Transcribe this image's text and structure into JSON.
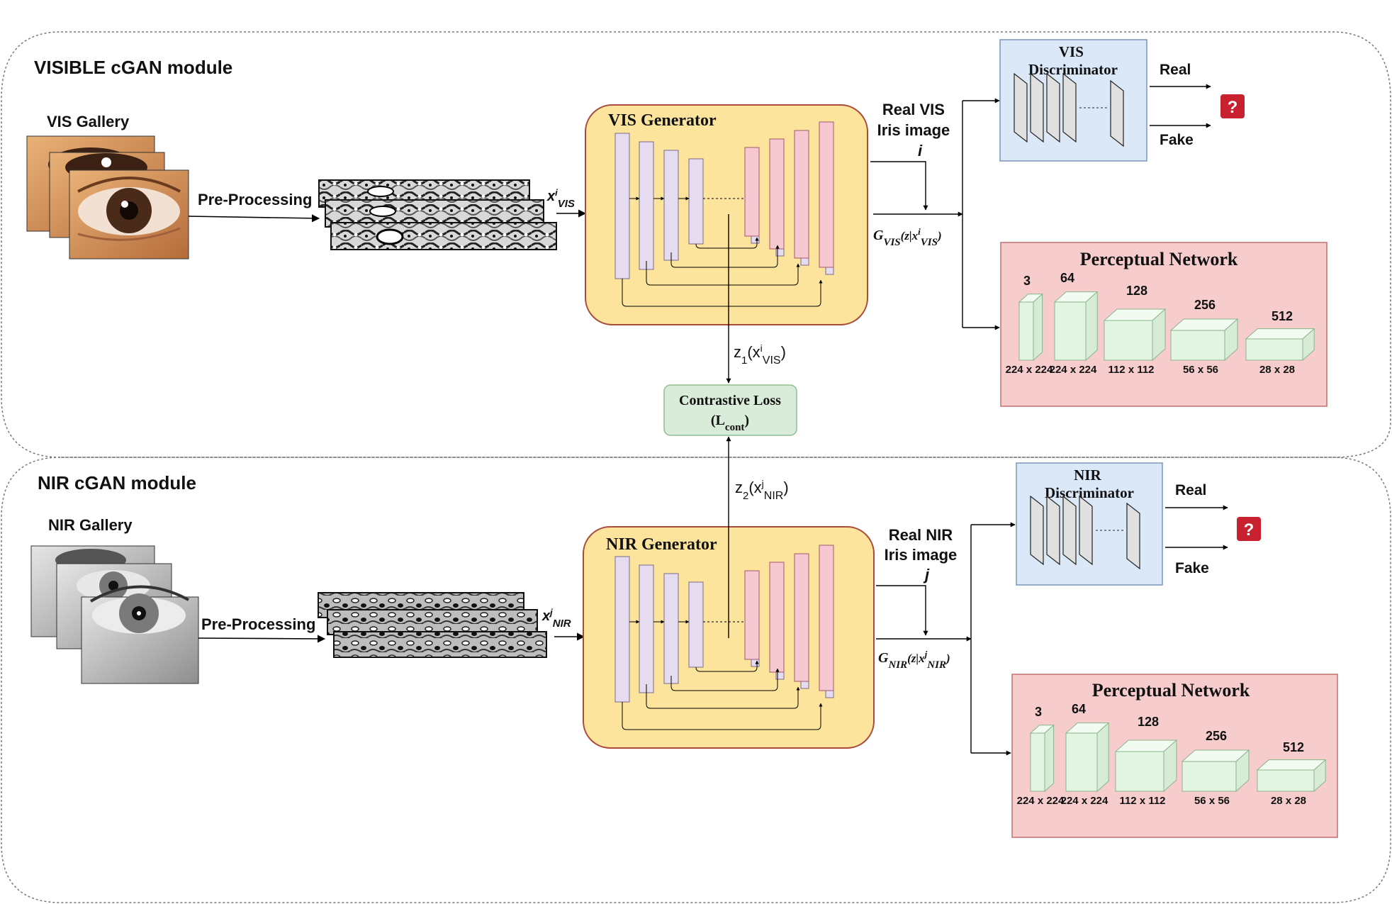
{
  "vis_module": {
    "title": "VISIBLE cGAN module",
    "gallery_label": "VIS Gallery",
    "preprocessing_label": "Pre-Processing",
    "input_label": {
      "base": "x",
      "sup": "i",
      "sub": "VIS"
    },
    "generator_label": "VIS Generator",
    "real_image_label": [
      "Real VIS",
      "Iris  image",
      "i"
    ],
    "generated_label": {
      "G": "G",
      "Gsub": "VIS",
      "open": "(z|x",
      "sup": "i",
      "sub": "VIS",
      "close": ")"
    },
    "latent_label": {
      "base": "z",
      "sub1": "1",
      "open": "(x",
      "sup": "i",
      "sub2": "VIS",
      "close": ")"
    },
    "discriminator_label": [
      "VIS",
      "Discriminator"
    ],
    "real_label": "Real",
    "fake_label": "Fake",
    "question_mark": "?",
    "perceptual": {
      "title": "Perceptual Network",
      "channels": [
        "3",
        "64",
        "128",
        "256",
        "512"
      ],
      "sizes": [
        "224 x 224",
        "224 x 224",
        "112 x 112",
        "56 x 56",
        "28 x 28"
      ]
    }
  },
  "contrastive_loss": {
    "line1": "Contrastive Loss",
    "line2_base": "(L",
    "line2_sub": "cont",
    "line2_close": ")"
  },
  "nir_module": {
    "title": "NIR cGAN module",
    "gallery_label": "NIR Gallery",
    "preprocessing_label": "Pre-Processing",
    "input_label": {
      "base": "x",
      "sup": "j",
      "sub": "NIR"
    },
    "generator_label": "NIR Generator",
    "real_image_label": [
      "Real NIR",
      "Iris image",
      "j"
    ],
    "generated_label": {
      "G": "G",
      "Gsub": "NIR",
      "open": "(z|x",
      "sup": "j",
      "sub": "NIR",
      "close": ")"
    },
    "latent_label": {
      "base": "z",
      "sub1": "2",
      "open": "(x",
      "sup": "j",
      "sub2": "NIR",
      "close": ")"
    },
    "discriminator_label": [
      "NIR",
      "Discriminator"
    ],
    "real_label": "Real",
    "fake_label": "Fake",
    "question_mark": "?",
    "perceptual": {
      "title": "Perceptual Network",
      "channels": [
        "3",
        "64",
        "128",
        "256",
        "512"
      ],
      "sizes": [
        "224 x 224",
        "224 x 224",
        "112 x 112",
        "56 x 56",
        "28 x 28"
      ]
    }
  },
  "colors": {
    "generator_fill": "#fce49c",
    "generator_stroke": "#a94a3a",
    "encoder_fill": "#e6dcf0",
    "decoder_fill": "#f6c8d2",
    "discriminator_fill": "#dbe8f8",
    "perceptual_fill": "#f7cccc",
    "perceptual_stroke": "#c07070",
    "loss_fill": "#d9ecd9",
    "question_fill": "#c8202e",
    "cube_fill": "#e2f4e2"
  }
}
